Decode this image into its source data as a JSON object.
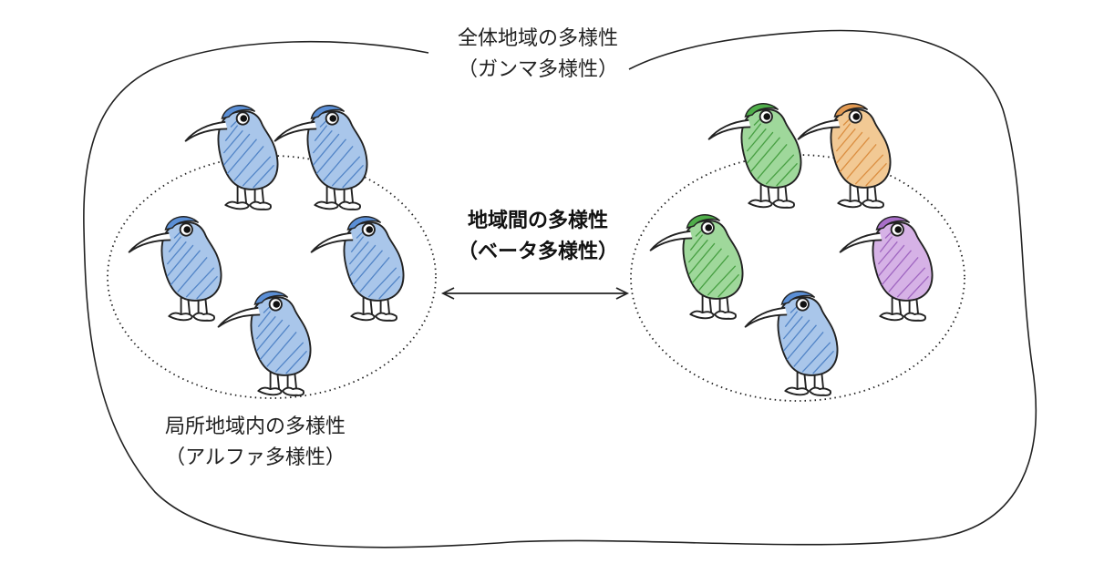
{
  "labels": {
    "gamma": {
      "line1": "全体地域の多様性",
      "line2": "（ガンマ多様性）"
    },
    "beta": {
      "line1": "地域間の多様性",
      "line2": "（ベータ多様性）"
    },
    "alpha": {
      "line1": "局所地域内の多様性",
      "line2": "（アルファ多様性）"
    }
  },
  "colors": {
    "blue": "#a9c6ea",
    "green": "#9fd89b",
    "orange": "#f2c994",
    "purple": "#d6b2e6",
    "outline": "#222222"
  },
  "regions": {
    "left": {
      "birds": [
        "blue",
        "blue",
        "blue",
        "blue",
        "blue"
      ]
    },
    "right": {
      "birds": [
        "green",
        "orange",
        "green",
        "purple",
        "blue"
      ]
    }
  }
}
